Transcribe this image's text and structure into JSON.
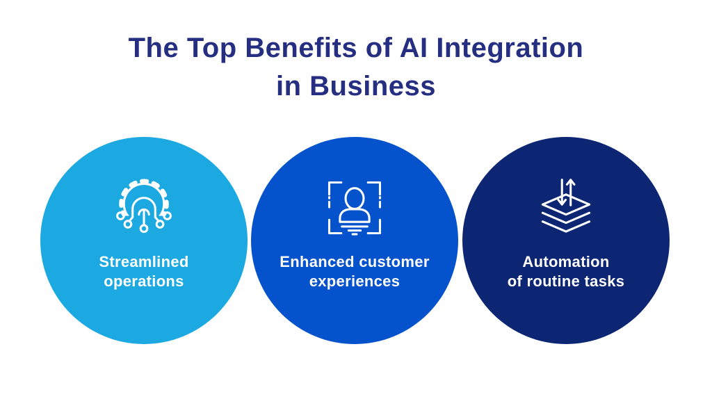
{
  "title": {
    "line1": "The Top Benefits of AI Integration",
    "line2": "in Business"
  },
  "colors": {
    "background": "#ffffff",
    "title": "#252e80",
    "circle1": "#1ca9e2",
    "circle2": "#0552cd",
    "circle3": "#0d2674",
    "icon_stroke": "#ffffff",
    "label_text": "#ffffff"
  },
  "benefits": [
    {
      "icon": "ai-gear-network-icon",
      "label_line1": "Streamlined",
      "label_line2": "operations",
      "color": "#1ca9e2"
    },
    {
      "icon": "customer-face-scan-icon",
      "label_line1": "Enhanced customer",
      "label_line2": "experiences",
      "color": "#0552cd"
    },
    {
      "icon": "layers-transfer-icon",
      "label_line1": "Automation",
      "label_line2": "of routine tasks",
      "color": "#0d2674"
    }
  ]
}
